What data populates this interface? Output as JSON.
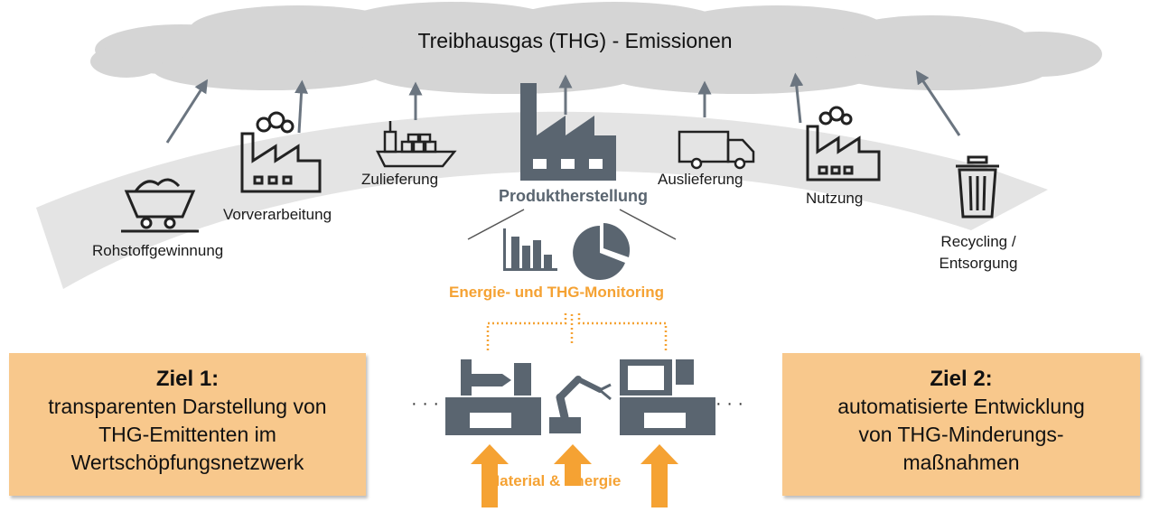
{
  "cloud": {
    "title": "Treibhausgas (THG) - Emissionen"
  },
  "stages": [
    {
      "id": "rohstoff",
      "label": "Rohstoffgewinnung",
      "icon": "mine-cart-icon"
    },
    {
      "id": "vorverarbeitung",
      "label": "Vorverarbeitung",
      "icon": "factory-smoke-icon"
    },
    {
      "id": "zulieferung",
      "label": "Zulieferung",
      "icon": "cargo-ship-icon"
    },
    {
      "id": "produktion",
      "label": "Produktherstellung",
      "icon": "factory-icon"
    },
    {
      "id": "auslieferung",
      "label": "Auslieferung",
      "icon": "truck-icon"
    },
    {
      "id": "nutzung",
      "label": "Nutzung",
      "icon": "factory-smoke-icon"
    },
    {
      "id": "recycling",
      "label": "Recycling /\nEntsorgung",
      "icon": "trash-can-icon"
    }
  ],
  "monitoring": {
    "label": "Energie- und THG-Monitoring",
    "icons": [
      "bar-chart-icon",
      "pie-chart-icon"
    ]
  },
  "production_line": {
    "ellipsis_left": "· · ·",
    "ellipsis_right": "· · ·",
    "icons": [
      "machine-tool-icon",
      "robot-arm-icon",
      "machine-tool-icon"
    ]
  },
  "input": {
    "label": "Material & Energie"
  },
  "goals": [
    {
      "title": "Ziel 1:",
      "text": "transparenten Darstellung von\nTHG-Emittenten im\nWertschöpfungsnetzwerk"
    },
    {
      "title": "Ziel 2:",
      "text": "automatisierte Entwicklung\nvon THG-Minderungs-\nmaßnahmen"
    }
  ],
  "colors": {
    "accent": "#f5a233",
    "icon_gray": "#5a6570",
    "cloud": "#d4d4d4",
    "goal_box": "#f8c88c"
  }
}
